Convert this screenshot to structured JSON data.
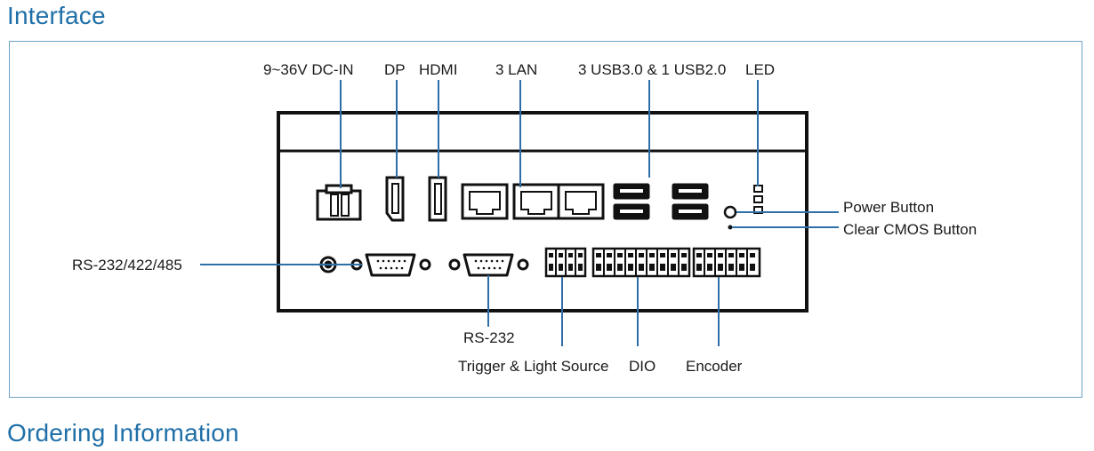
{
  "headings": {
    "interface": "Interface",
    "ordering": "Ordering Information"
  },
  "labels": {
    "dc_in": "9~36V DC-IN",
    "dp": "DP",
    "hdmi": "HDMI",
    "lan": "3 LAN",
    "usb": "3 USB3.0 & 1 USB2.0",
    "led": "LED",
    "power_button": "Power Button",
    "clear_cmos": "Clear CMOS Button",
    "rs232_422_485": "RS-232/422/485",
    "rs232": "RS-232",
    "trigger": "Trigger & Light Source",
    "dio": "DIO",
    "encoder": "Encoder"
  },
  "colors": {
    "heading": "#1f6fa8",
    "frame_border": "#6fa3c7",
    "leader_line": "#2f6fa8",
    "device_outline": "#111111"
  }
}
